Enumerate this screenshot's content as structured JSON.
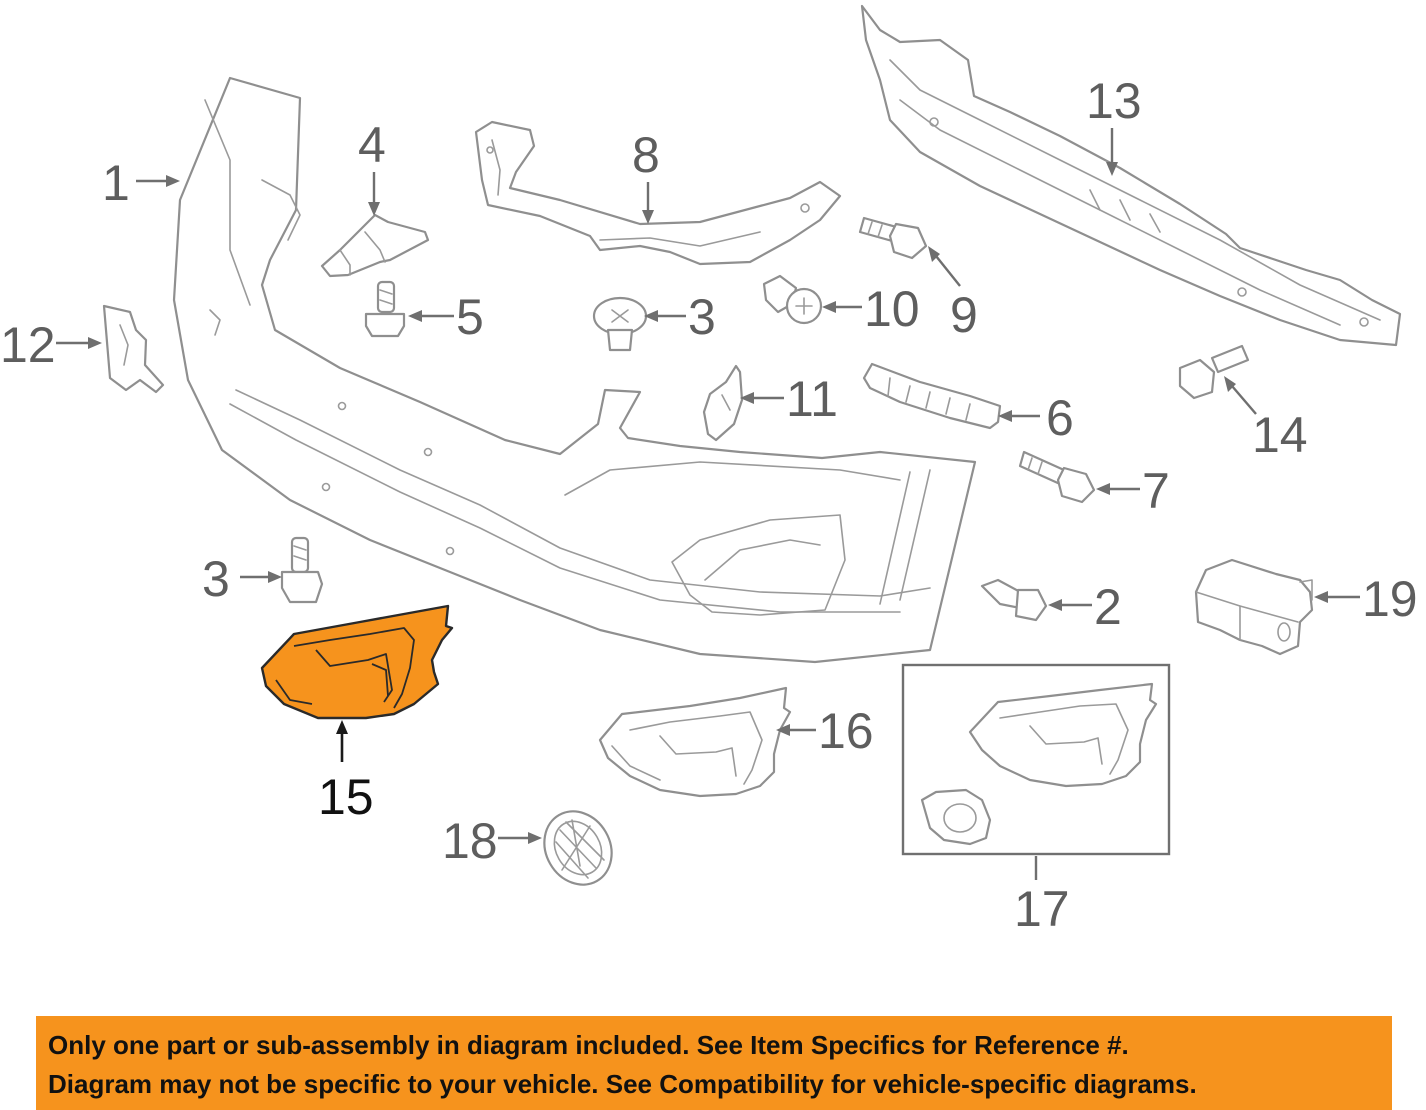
{
  "callouts": {
    "c1": "1",
    "c2": "2",
    "c3a": "3",
    "c3b": "3",
    "c4": "4",
    "c5": "5",
    "c6": "6",
    "c7": "7",
    "c8": "8",
    "c9": "9",
    "c10": "10",
    "c11": "11",
    "c12": "12",
    "c13": "13",
    "c14": "14",
    "c15": "15",
    "c16": "16",
    "c17": "17",
    "c18": "18",
    "c19": "19"
  },
  "highlighted_part": "15",
  "colors": {
    "highlight": "#f6931d",
    "banner_background": "#f6931d",
    "line_art": "#8f8f8f"
  },
  "notice": {
    "line1": "Only one part or sub-assembly in diagram included. See Item Specifics for Reference #.",
    "line2": "Diagram may not be specific to your vehicle. See Compatibility for vehicle-specific diagrams."
  }
}
